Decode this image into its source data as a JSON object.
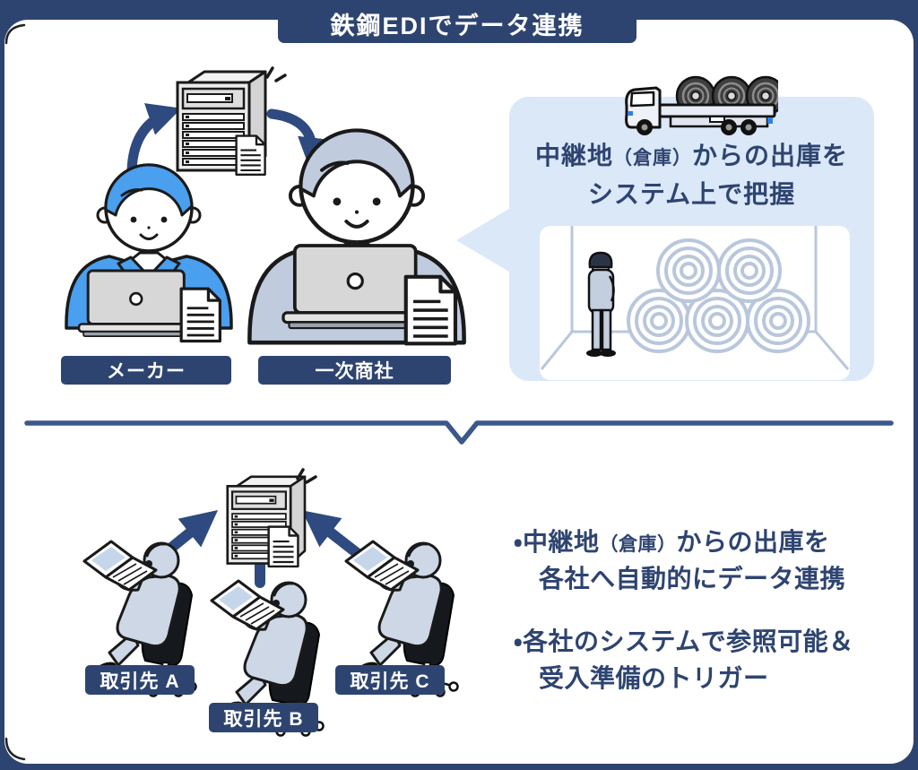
{
  "title": "鉄鋼EDIでデータ連携",
  "colors": {
    "frame_navy": "#2e4470",
    "divider_navy": "#3b578c",
    "bubble_light_blue": "#dbe8f8",
    "person_blue": "#4a9fee",
    "person_gray_blue": "#c9d4e3",
    "text_navy": "#2e4470"
  },
  "top_section": {
    "maker_label": "メーカー",
    "trader_label": "一次商社",
    "bubble": {
      "line1_a": "中継地",
      "line1_small": "（倉庫）",
      "line1_b": "からの出庫を",
      "line2": "システム上で把握"
    }
  },
  "bottom_section": {
    "partner_a_label": "取引先 A",
    "partner_b_label": "取引先 B",
    "partner_c_label": "取引先 C",
    "bullet1": {
      "line1_a": "・中継地",
      "line1_small": "（倉庫）",
      "line1_b": "からの出庫を",
      "line2": "各社へ自動的にデータ連携"
    },
    "bullet2": {
      "line1": "・各社のシステムで参照可能＆",
      "line2": "受入準備のトリガー"
    }
  }
}
